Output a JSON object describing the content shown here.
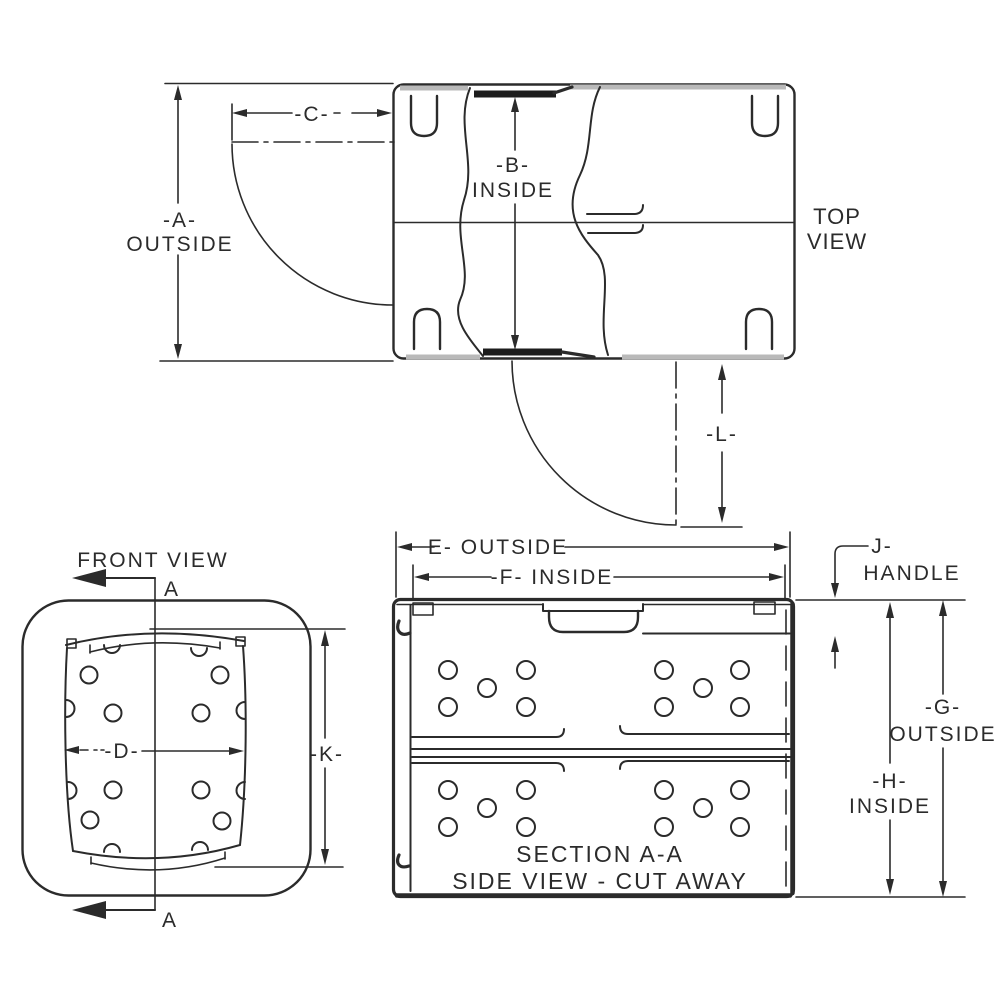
{
  "drawing": {
    "background": "#ffffff",
    "ink_color": "#2b2b2b",
    "shade_color": "#b9b9b9",
    "views": {
      "top": {
        "title_line1": "TOP",
        "title_line2": "VIEW"
      },
      "front": {
        "title": "FRONT VIEW",
        "section_marker_top": "A",
        "section_marker_bottom": "A"
      },
      "section": {
        "title_line1": "SECTION A-A",
        "title_line2": "SIDE VIEW - CUT AWAY"
      }
    },
    "dimensions": {
      "a": {
        "label": "-A-",
        "qualifier": "OUTSIDE"
      },
      "b": {
        "label": "-B-",
        "qualifier": "INSIDE"
      },
      "c": {
        "label": "-C-"
      },
      "d": {
        "label": "-D-"
      },
      "e": {
        "label": "E- OUTSIDE"
      },
      "f": {
        "label": "-F- INSIDE"
      },
      "g": {
        "label": "-G-",
        "qualifier": "OUTSIDE"
      },
      "h": {
        "label": "-H-",
        "qualifier": "INSIDE"
      },
      "j": {
        "label": "J-",
        "qualifier": "HANDLE"
      },
      "k": {
        "label": "-K-"
      },
      "l": {
        "label": "-L-"
      }
    }
  }
}
